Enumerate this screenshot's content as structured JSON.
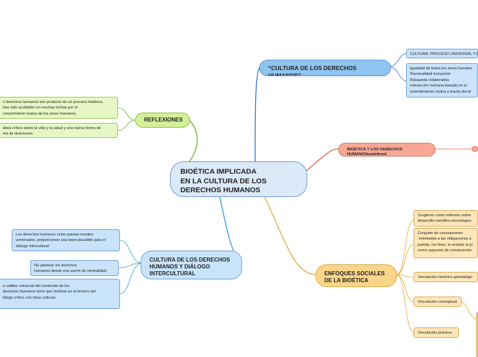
{
  "center": {
    "title": "BIOÉTICA IMPLICADA\n EN LA CULTURA DE LOS DERECHOS HUMANOS"
  },
  "topics": {
    "cultura_ddhh": "“CULTURA DE LOS DERECHOS HUMANOS”",
    "bioetica_ddhh": "BIOÉTICA Y LOS DERECHOS HUMANOSundefined",
    "enfoques": "ENFOQUES SOCIALES\nDE LA BIOÉTICA",
    "dialogo": "CULTURA DE LOS DERECHOS\nHUMANOS Y DIÁLOGO\nINTERCULTURAL",
    "reflexiones": "REFLEXIONES"
  },
  "cultura_items": [
    "CULTURA: PROCESO UNIVERSAL Y P",
    "Igualdad de todos los seres humano\nRacionalidad incluyente\nBúsqueda colaborativa\nInteracción humana basada en el\nentendimiento mutuo a través del di"
  ],
  "enfoques_items": [
    "Surgieron como reflexión sobre\ndesarrollo científico-tecnológico",
    "Conjunto de concepciones\n orientadas a las obligaciones u\npartida, los fines, la verdad, la ju\ncomo supuesto de construcción",
    "Vinculación histórico-genealógic",
    "Vinculación conceptual",
    "Vinculación práctica"
  ],
  "dialogo_items": [
    "Los derechos humanos como pautas morales\nuniversales, proporcionan una base plausible para el\ndiálogo intercultural",
    "No plantear los derechos\nhumanos desde una suerte de neutralidad",
    "a validez universal del contenido de los\nderechos humanos tiene que medirse en el terreno del\niálogo crítico con otras culturas"
  ],
  "reflexiones_items": [
    "s derechos humanos son producto de un proceso histórico,\nhan sido acuñados en muchas luchas por el\nconocimiento mutuo de los seres humanos,",
    "álisis crítico sobre la vida y la salud y una nueva forma de\nma de desiciones."
  ]
}
